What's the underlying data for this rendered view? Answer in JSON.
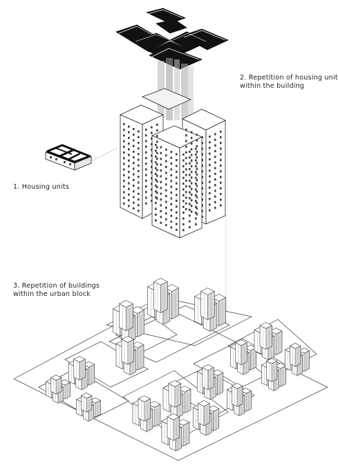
{
  "labels": {
    "step1": "1. Housing units",
    "step2_line1": "2. Repetition of housing units",
    "step2_line2": "within the building",
    "step3_line1": "3. Repetition of buildings",
    "step3_line2": "within the urban block"
  },
  "colors": {
    "ink": "#222222",
    "roof_black": "#111111",
    "wall": "#ffffff",
    "shade": "#d6d6d6",
    "beam": "#bdbdbd",
    "window": "#444444"
  }
}
